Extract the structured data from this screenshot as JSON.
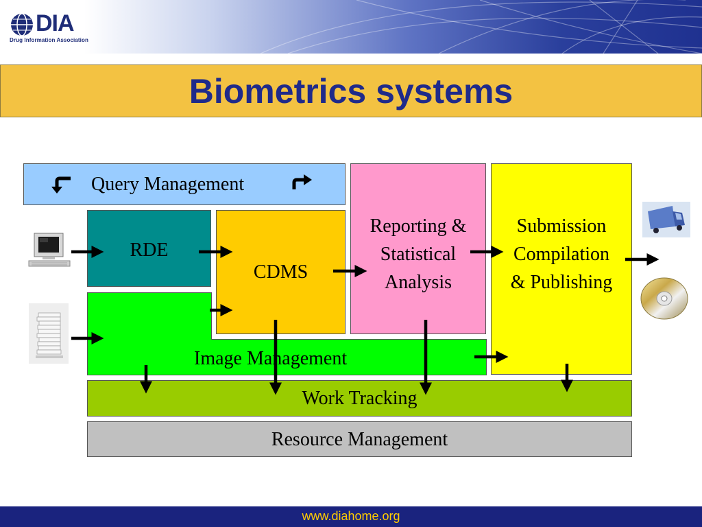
{
  "header": {
    "logo_text": "DIA",
    "logo_subtitle": "Drug Information Association",
    "icon": "globe-logo-icon"
  },
  "title": "Biometrics systems",
  "diagram": {
    "query_management": "Query Management",
    "rde": "RDE",
    "cdms": "CDMS",
    "reporting_lines": [
      "Reporting &",
      "Statistical",
      "Analysis"
    ],
    "submission_lines": [
      "Submission",
      "Compilation",
      "& Publishing"
    ],
    "image_management": "Image Management",
    "work_tracking": "Work Tracking",
    "resource_management": "Resource Management",
    "colors": {
      "query": "#99ccff",
      "rde": "#008c8c",
      "cdms": "#ffcc00",
      "reporting": "#ff99cc",
      "submission": "#ffff00",
      "image": "#00ff00",
      "work": "#99cc00",
      "resource": "#c0c0c0"
    },
    "icons": [
      "computer-icon",
      "paper-stack-icon",
      "truck-icon",
      "cd-icon",
      "curved-arrow-icon"
    ]
  },
  "footer": {
    "url": "www.diahome.org"
  }
}
